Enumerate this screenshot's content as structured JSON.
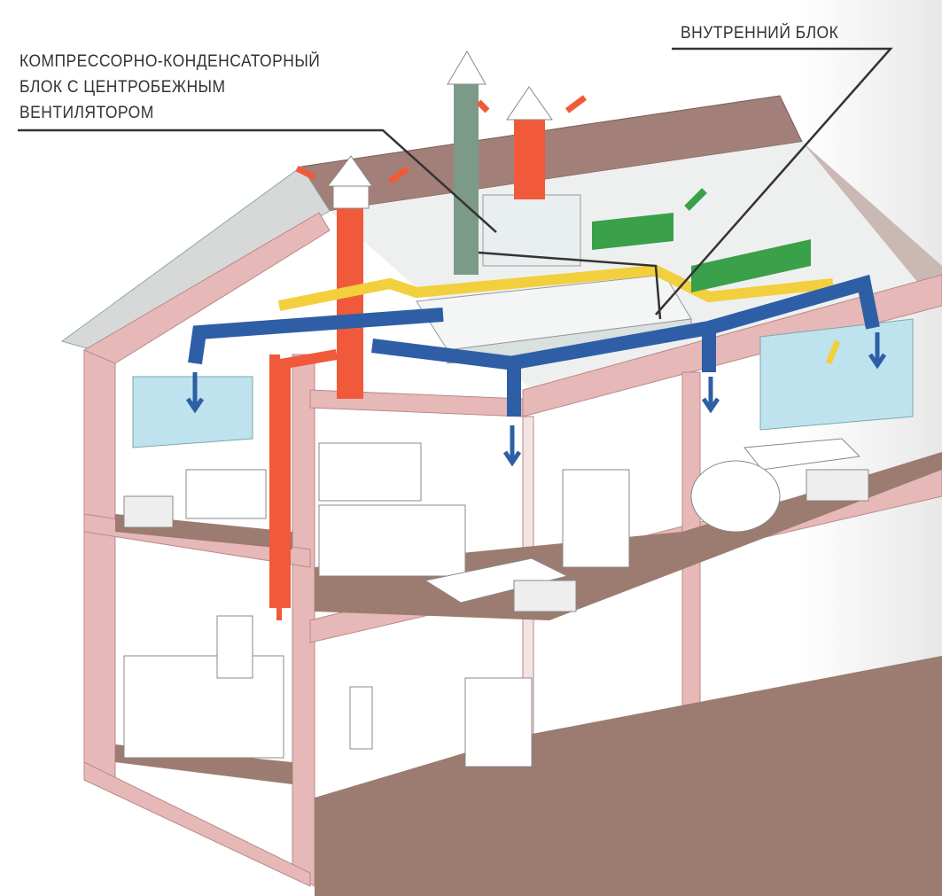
{
  "labels": {
    "condenser_unit": [
      "КОМПРЕССОРНО-КОНДЕНСАТОРНЫЙ",
      "БЛОК С ЦЕНТРОБЕЖНЫМ",
      "ВЕНТИЛЯТОРОМ"
    ],
    "indoor_unit": "ВНУТРЕННИЙ БЛОК"
  },
  "colors": {
    "wall": "#e6b8b8",
    "floor": "#9c7b70",
    "roof": "#a27f78",
    "supply_duct": "#2e5fa6",
    "exhaust_duct": "#f05a3a",
    "refrigerant_line": "#f2cf3c",
    "fresh_air_duct": "#3aa04a",
    "window": "#bfe3ee"
  }
}
